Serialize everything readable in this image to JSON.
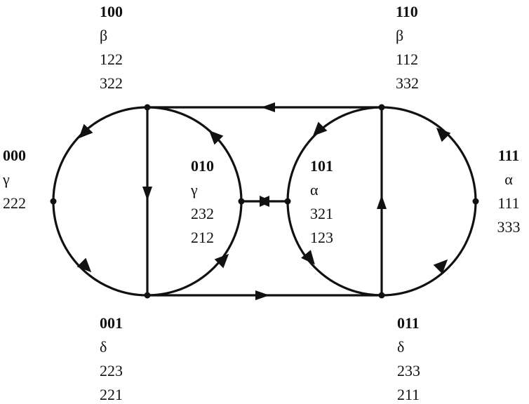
{
  "nodes": [
    {
      "id": "n100",
      "code": "100",
      "symbol": "β",
      "line1": "122",
      "line2": "322"
    },
    {
      "id": "n110",
      "code": "110",
      "symbol": "β",
      "line1": "112",
      "line2": "332"
    },
    {
      "id": "n000",
      "code": "000",
      "symbol": "γ",
      "line1": "222",
      "line2": ""
    },
    {
      "id": "n010",
      "code": "010",
      "symbol": "γ",
      "line1": "232",
      "line2": "212"
    },
    {
      "id": "n101",
      "code": "101",
      "symbol": "α",
      "line1": "321",
      "line2": "123"
    },
    {
      "id": "n111",
      "code": "111",
      "symbol": "α",
      "line1": "111",
      "line2": "333"
    },
    {
      "id": "n001",
      "code": "001",
      "symbol": "δ",
      "line1": "223",
      "line2": "221"
    },
    {
      "id": "n011",
      "code": "011",
      "symbol": "δ",
      "line1": "233",
      "line2": "211"
    }
  ]
}
